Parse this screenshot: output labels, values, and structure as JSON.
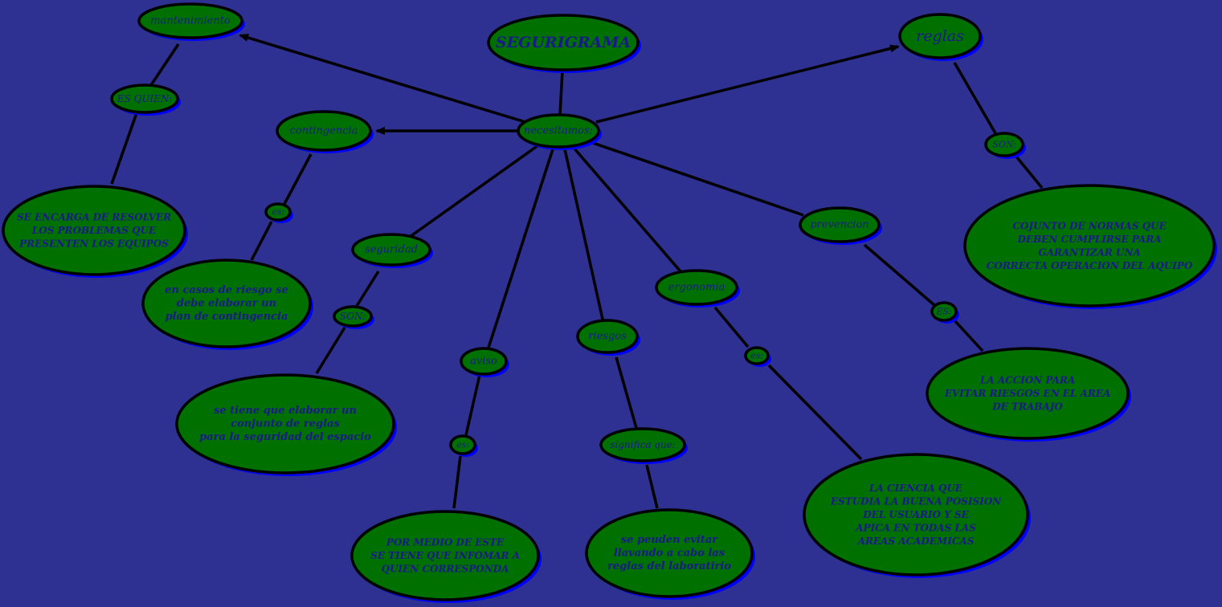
{
  "colors": {
    "background": "#2e3092",
    "node_fill": "#007000",
    "node_stroke": "#000000",
    "node_shadow": "#0000ff",
    "text": "#1a1a8c",
    "edge": "#000000"
  },
  "diagram": {
    "title": "SEGURIGRAMA",
    "hub": "necesitamos:",
    "nodes": {
      "mantenimiento": "mantenimiento",
      "mantenimiento_link": "ES QUIEN:",
      "mantenimiento_desc": [
        "SE ENCARGA DE RESOLVER",
        "LOS PROBLEMAS QUE",
        "PRESENTEN LOS EQUIPOS"
      ],
      "contingencia": "contingencia",
      "contingencia_link": "es:",
      "contingencia_desc": [
        "en casos de riesgo se",
        "debe elaborar un",
        "plan de contingencia"
      ],
      "seguridad": "seguridad",
      "seguridad_link": "SON:",
      "seguridad_desc": [
        "se tiene que elaborar un",
        "conjunto de reglas",
        "para la seguridad del espacio"
      ],
      "aviso": "aviso",
      "aviso_link": "es:",
      "aviso_desc": [
        "POR MEDIO DE ESTE",
        "SE TIENE QUE INFOMAR A",
        "QUIEN CORRESPONDA"
      ],
      "riesgos": "riesgos",
      "riesgos_link": "significa que:",
      "riesgos_desc": [
        "se peuden evitar",
        "llavando a cabo las",
        "reglas del laboratirio"
      ],
      "ergonomia": "ergonomia",
      "ergonomia_link": "es:",
      "ergonomia_desc": [
        "LA CIENCIA QUE",
        "ESTUDIA LA BUENA POSISION",
        "DEL USUARIO Y SE",
        "APICA EN TODAS LAS",
        "AREAS ACADEMICAS"
      ],
      "prevencion": "prevencion",
      "prevencion_link": "ES:",
      "prevencion_desc": [
        "LA ACCION PARA",
        "EVITAR RIESGOS EN EL AREA",
        "DE TRABAJO"
      ],
      "reglas": "reglas",
      "reglas_link": "SON:",
      "reglas_desc": [
        "COJUNTO DE NORMAS QUE",
        "DEBEN CUMPLIRSE PARA",
        "GARANTIZAR UNA",
        "CORRECTA OPERACION DEL AQUIPO"
      ]
    }
  }
}
